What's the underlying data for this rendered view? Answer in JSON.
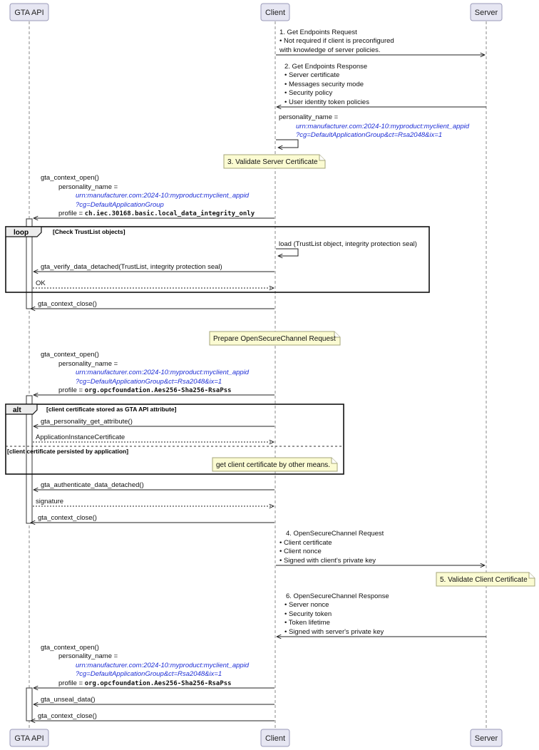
{
  "participants": [
    "GTA API",
    "Client",
    "Server"
  ],
  "steps": {
    "get_endpoints_request": [
      "1. Get Endpoints Request",
      "• Not required if client is preconfigured",
      "with knowledge of server policies."
    ],
    "get_endpoints_response": [
      "2. Get Endpoints Response",
      "• Server certificate",
      "• Messages security mode",
      "• Security policy",
      "• User identity token policies"
    ],
    "personality_self": [
      "personality_name =",
      "urn:manufacturer.com:2024-10:myproduct:myclient_appid",
      "?cg=DefaultApplicationGroup&ct=Rsa2048&ix=1"
    ],
    "note_validate_server": "3. Validate Server Certificate",
    "open1": [
      "gta_context_open()",
      "personality_name =",
      "urn:manufacturer.com:2024-10:myproduct:myclient_appid",
      "?cg=DefaultApplicationGroup",
      "profile = ",
      "ch.iec.30168.basic.local_data_integrity_only"
    ],
    "loop": {
      "tag": "loop",
      "condition": "[Check TrustList objects]"
    },
    "load": "load (TrustList object, integrity protection seal)",
    "verify": "gta_verify_data_detached(TrustList, integrity protection seal)",
    "ok": "OK",
    "close": "gta_context_close()",
    "note_prepare_osc": "Prepare OpenSecureChannel Request",
    "open2": [
      "gta_context_open()",
      "personality_name =",
      "urn:manufacturer.com:2024-10:myproduct:myclient_appid",
      "?cg=DefaultApplicationGroup&ct=Rsa2048&ix=1",
      "profile = ",
      "org.opcfoundation.Aes256-Sha256-RsaPss"
    ],
    "alt": {
      "tag": "alt",
      "condition1": "[client certificate stored as GTA API attribute]",
      "condition2": "[client certificate persisted by application]"
    },
    "get_attr": "gta_personality_get_attribute()",
    "app_cert": "ApplicationInstanceCertificate",
    "note_other_means": "get client certificate by other means.",
    "authenticate": "gta_authenticate_data_detached()",
    "signature": "signature",
    "osc_request": [
      "4. OpenSecureChannel Request",
      "• Client certificate",
      "• Client nonce",
      "• Signed with client's private key"
    ],
    "note_validate_client": "5. Validate Client Certificate",
    "osc_response": [
      "6. OpenSecureChannel Response",
      "• Server nonce",
      "• Security token",
      "• Token lifetime",
      "• Signed with server's private key"
    ],
    "unseal": "gta_unseal_data()"
  },
  "colors": {
    "participant_fill": "#e6e6f2",
    "note_fill": "#fbfbd2",
    "link_blue": "#1f2fd6"
  }
}
